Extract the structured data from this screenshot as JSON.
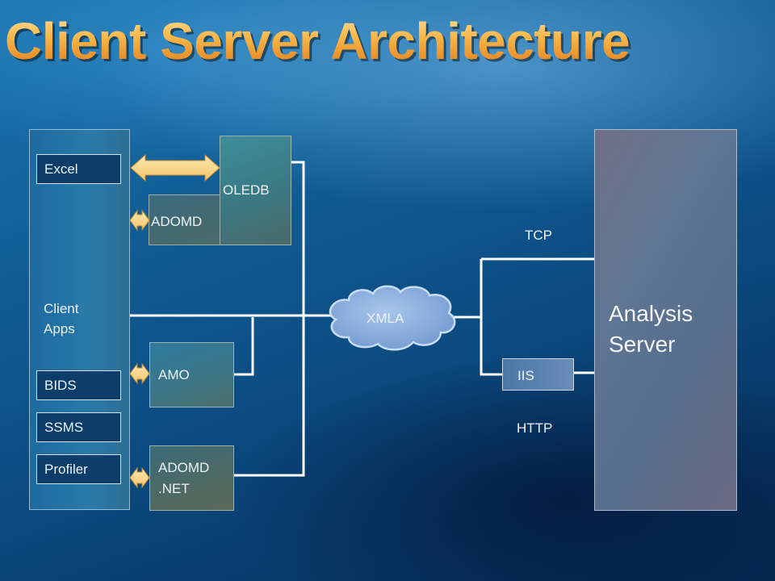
{
  "slide": {
    "title": "Client Server Architecture"
  },
  "client_panel": {
    "label_line1": "Client",
    "label_line2": "Apps",
    "apps": [
      "Excel",
      "BIDS",
      "SSMS",
      "Profiler"
    ]
  },
  "libraries": {
    "oledb": "OLEDB",
    "adomd": "ADOMD",
    "amo": "AMO",
    "adomd_net_line1": "ADOMD",
    "adomd_net_line2": ".NET"
  },
  "network": {
    "xmla": "XMLA",
    "tcp": "TCP",
    "http": "HTTP",
    "iis": "IIS"
  },
  "server": {
    "label_line1": "Analysis",
    "label_line2": "Server"
  },
  "colors": {
    "arrow_fill": "#fbd88a",
    "cloud_fill": "#8fb2e0",
    "title_orange": "#f5a93a"
  }
}
